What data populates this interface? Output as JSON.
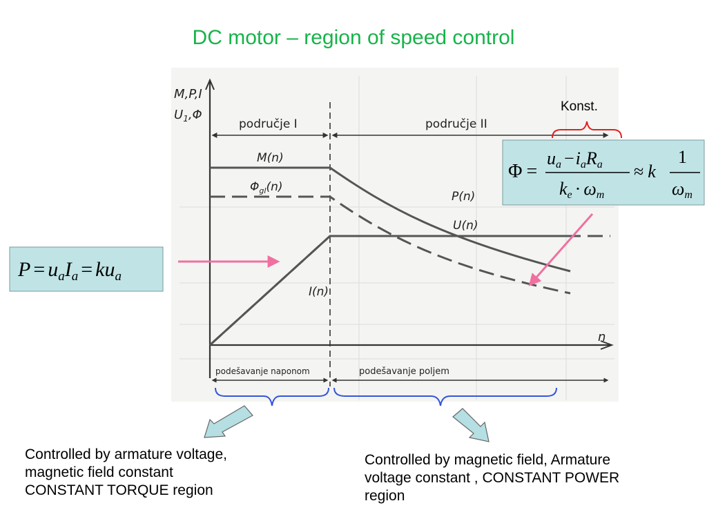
{
  "slide": {
    "title": "DC motor – region of speed control"
  },
  "plot": {
    "y_axis_label_top": "M,P,I",
    "y_axis_label_bottom": "U",
    "y_axis_label_sub": "1",
    "y_axis_label_phi": ",Φ",
    "x_axis_label": "n",
    "region_1": "područje I",
    "region_2": "područje II",
    "curve_M": "M(n)",
    "curve_Phi": "Φ",
    "curve_Phi_sub": "gl",
    "curve_Phi_arg": "(n)",
    "curve_P": "P(n)",
    "curve_U": "U(n)",
    "curve_I": "I(n)",
    "bottom_label_1": "podešavanje naponom",
    "bottom_label_2": "podešavanje poljem"
  },
  "formulas": {
    "konst": "Konst.",
    "power_P": "P",
    "power_eq1": "=",
    "power_u": "u",
    "power_a1": "a",
    "power_I": "I",
    "power_a2": "a",
    "power_eq2": "=",
    "power_ku": "ku",
    "power_a3": "a",
    "flux_phi": "Φ",
    "flux_eq": "=",
    "flux_num_u": "u",
    "flux_num_a": "a",
    "flux_num_minus": "−",
    "flux_num_i": "i",
    "flux_num_a2": "a",
    "flux_num_R": "R",
    "flux_num_a3": "a",
    "flux_den_k": "k",
    "flux_den_e": "e",
    "flux_den_dot": "·",
    "flux_den_omega": "ω",
    "flux_den_m": "m",
    "flux_approx": "≈",
    "flux_k": "k",
    "flux_one": "1",
    "flux_omega": "ω",
    "flux_m": "m"
  },
  "notes": {
    "left_line1": "Controlled by armature voltage,",
    "left_line2": "magnetic field constant",
    "left_line3": "CONSTANT TORQUE region",
    "right_line1": "Controlled by magnetic field, Armature",
    "right_line2": "voltage constant , CONSTANT POWER",
    "right_line3": "region"
  },
  "colors": {
    "title": "#17b34a",
    "formula_box": "#c0e4e6",
    "brace_red": "#e02020",
    "brace_blue": "#3355dd",
    "arrow_pink": "#f070a0",
    "block_arrow": "#b5dfe2"
  }
}
